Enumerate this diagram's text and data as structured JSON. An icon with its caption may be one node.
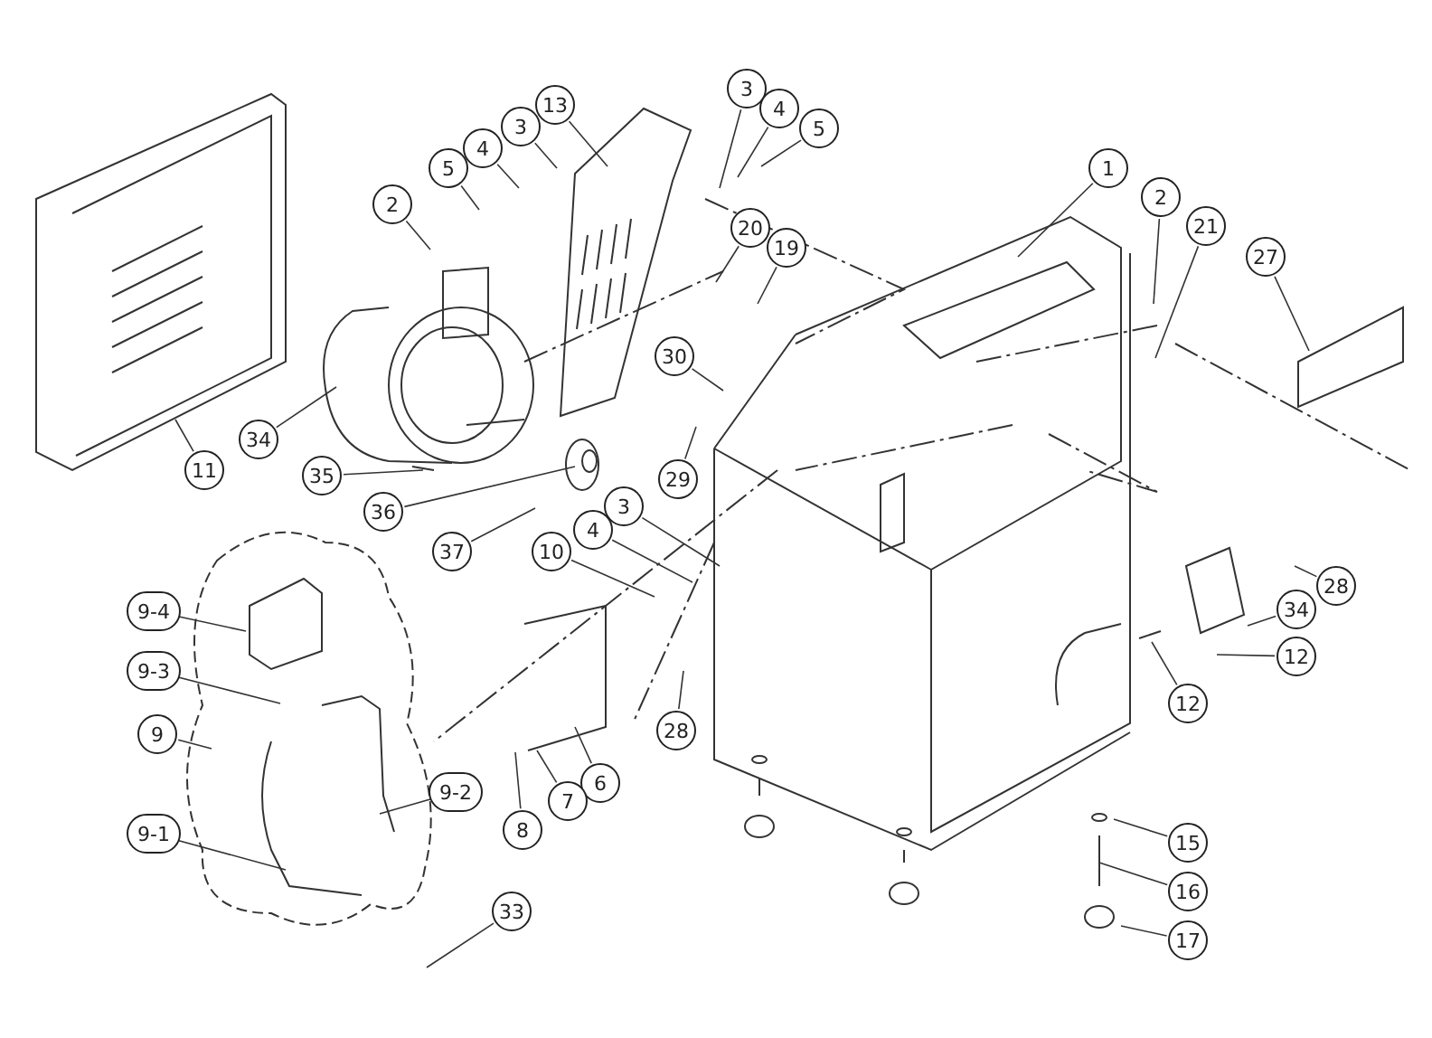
{
  "diagram": {
    "nodes": [
      {
        "text": [
          "3"
        ]
      },
      {
        "text": [
          "13"
        ]
      },
      {
        "text": [
          "4"
        ]
      },
      {
        "text": [
          "5"
        ]
      },
      {
        "text": [
          "3"
        ]
      },
      {
        "text": [
          "4"
        ]
      },
      {
        "text": [
          "5"
        ]
      },
      {
        "text": [
          "1"
        ]
      },
      {
        "text": [
          "2"
        ]
      },
      {
        "text": [
          "2"
        ]
      },
      {
        "text": [
          "21"
        ]
      },
      {
        "text": [
          "20"
        ]
      },
      {
        "text": [
          "19"
        ]
      },
      {
        "text": [
          "27"
        ]
      },
      {
        "text": [
          "30"
        ]
      },
      {
        "text": [
          "34"
        ]
      },
      {
        "text": [
          "11"
        ]
      },
      {
        "text": [
          "35"
        ]
      },
      {
        "text": [
          "29"
        ]
      },
      {
        "text": [
          "36"
        ]
      },
      {
        "text": [
          "3"
        ]
      },
      {
        "text": [
          "4"
        ]
      },
      {
        "text": [
          "37"
        ]
      },
      {
        "text": [
          "10"
        ]
      },
      {
        "text": [
          "28"
        ]
      },
      {
        "text": [
          "9-4"
        ]
      },
      {
        "text": [
          "34"
        ]
      },
      {
        "text": [
          "12"
        ]
      },
      {
        "text": [
          "9-3"
        ]
      },
      {
        "text": [
          "12"
        ]
      },
      {
        "text": [
          "28"
        ]
      },
      {
        "text": [
          "9"
        ]
      },
      {
        "text": [
          "6"
        ]
      },
      {
        "text": [
          "9-2"
        ]
      },
      {
        "text": [
          "7"
        ]
      },
      {
        "text": [
          "8"
        ]
      },
      {
        "text": [
          "9-1"
        ]
      },
      {
        "text": [
          "15"
        ]
      },
      {
        "text": [
          "16"
        ]
      },
      {
        "text": [
          "33"
        ]
      },
      {
        "text": [
          "17"
        ]
      }
    ],
    "edges": [
      {
        "from": 0,
        "to": null,
        "arrow": "none"
      },
      {
        "from": 1,
        "to": null,
        "arrow": "none"
      },
      {
        "from": 2,
        "to": null,
        "arrow": "none"
      },
      {
        "from": 3,
        "to": null,
        "arrow": "none"
      },
      {
        "from": 4,
        "to": null,
        "arrow": "none"
      },
      {
        "from": 5,
        "to": null,
        "arrow": "none"
      },
      {
        "from": 6,
        "to": null,
        "arrow": "none"
      },
      {
        "from": 7,
        "to": null,
        "arrow": "none"
      },
      {
        "from": 8,
        "to": null,
        "arrow": "none"
      },
      {
        "from": 9,
        "to": null,
        "arrow": "none"
      },
      {
        "from": 10,
        "to": null,
        "arrow": "none"
      },
      {
        "from": 11,
        "to": null,
        "arrow": "none"
      },
      {
        "from": 12,
        "to": null,
        "arrow": "none"
      },
      {
        "from": 13,
        "to": null,
        "arrow": "none"
      },
      {
        "from": 14,
        "to": null,
        "arrow": "none"
      },
      {
        "from": 15,
        "to": null,
        "arrow": "none"
      },
      {
        "from": 16,
        "to": null,
        "arrow": "none"
      },
      {
        "from": 17,
        "to": null,
        "arrow": "none"
      },
      {
        "from": 18,
        "to": null,
        "arrow": "none"
      },
      {
        "from": 19,
        "to": null,
        "arrow": "none"
      },
      {
        "from": 20,
        "to": null,
        "arrow": "none"
      },
      {
        "from": 21,
        "to": null,
        "arrow": "none"
      },
      {
        "from": 22,
        "to": null,
        "arrow": "none"
      },
      {
        "from": 23,
        "to": null,
        "arrow": "none"
      },
      {
        "from": 24,
        "to": null,
        "arrow": "none"
      },
      {
        "from": 25,
        "to": null,
        "arrow": "none"
      },
      {
        "from": 26,
        "to": null,
        "arrow": "none"
      },
      {
        "from": 27,
        "to": null,
        "arrow": "none"
      },
      {
        "from": 28,
        "to": null,
        "arrow": "none"
      },
      {
        "from": 29,
        "to": null,
        "arrow": "none"
      },
      {
        "from": 30,
        "to": null,
        "arrow": "none"
      },
      {
        "from": 31,
        "to": null,
        "arrow": "none"
      },
      {
        "from": 32,
        "to": null,
        "arrow": "none"
      },
      {
        "from": 33,
        "to": null,
        "arrow": "none"
      },
      {
        "from": 34,
        "to": null,
        "arrow": "none"
      },
      {
        "from": 35,
        "to": null,
        "arrow": "none"
      },
      {
        "from": 36,
        "to": null,
        "arrow": "none"
      },
      {
        "from": 37,
        "to": null,
        "arrow": "none"
      },
      {
        "from": 38,
        "to": null,
        "arrow": "none"
      },
      {
        "from": 39,
        "to": null,
        "arrow": "none"
      },
      {
        "from": 40,
        "to": null,
        "arrow": "none"
      }
    ]
  }
}
